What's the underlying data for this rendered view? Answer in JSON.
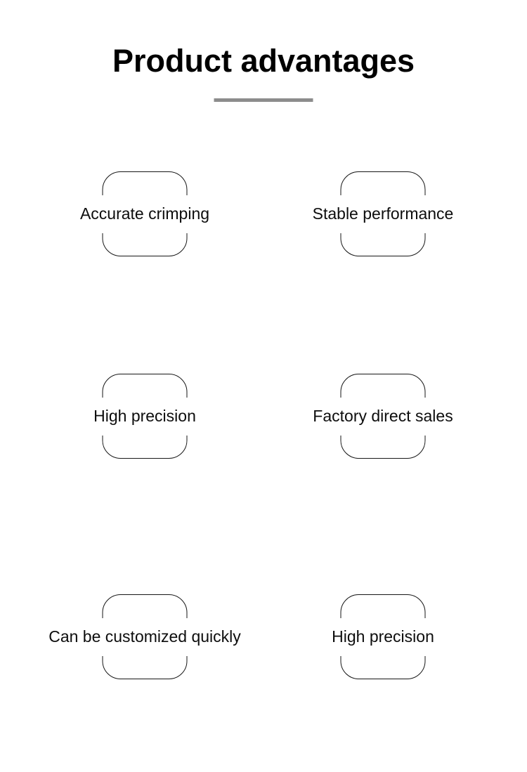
{
  "page": {
    "title": "Product advantages"
  },
  "colors": {
    "divider": "#8c8c8c",
    "box_border": "#161616",
    "text": "#0d0d0d",
    "background": "#ffffff"
  },
  "features": [
    {
      "label": "Accurate crimping"
    },
    {
      "label": "Stable performance"
    },
    {
      "label": "High precision"
    },
    {
      "label": "Factory direct sales"
    },
    {
      "label": "Can be customized quickly"
    },
    {
      "label": "High precision"
    }
  ]
}
